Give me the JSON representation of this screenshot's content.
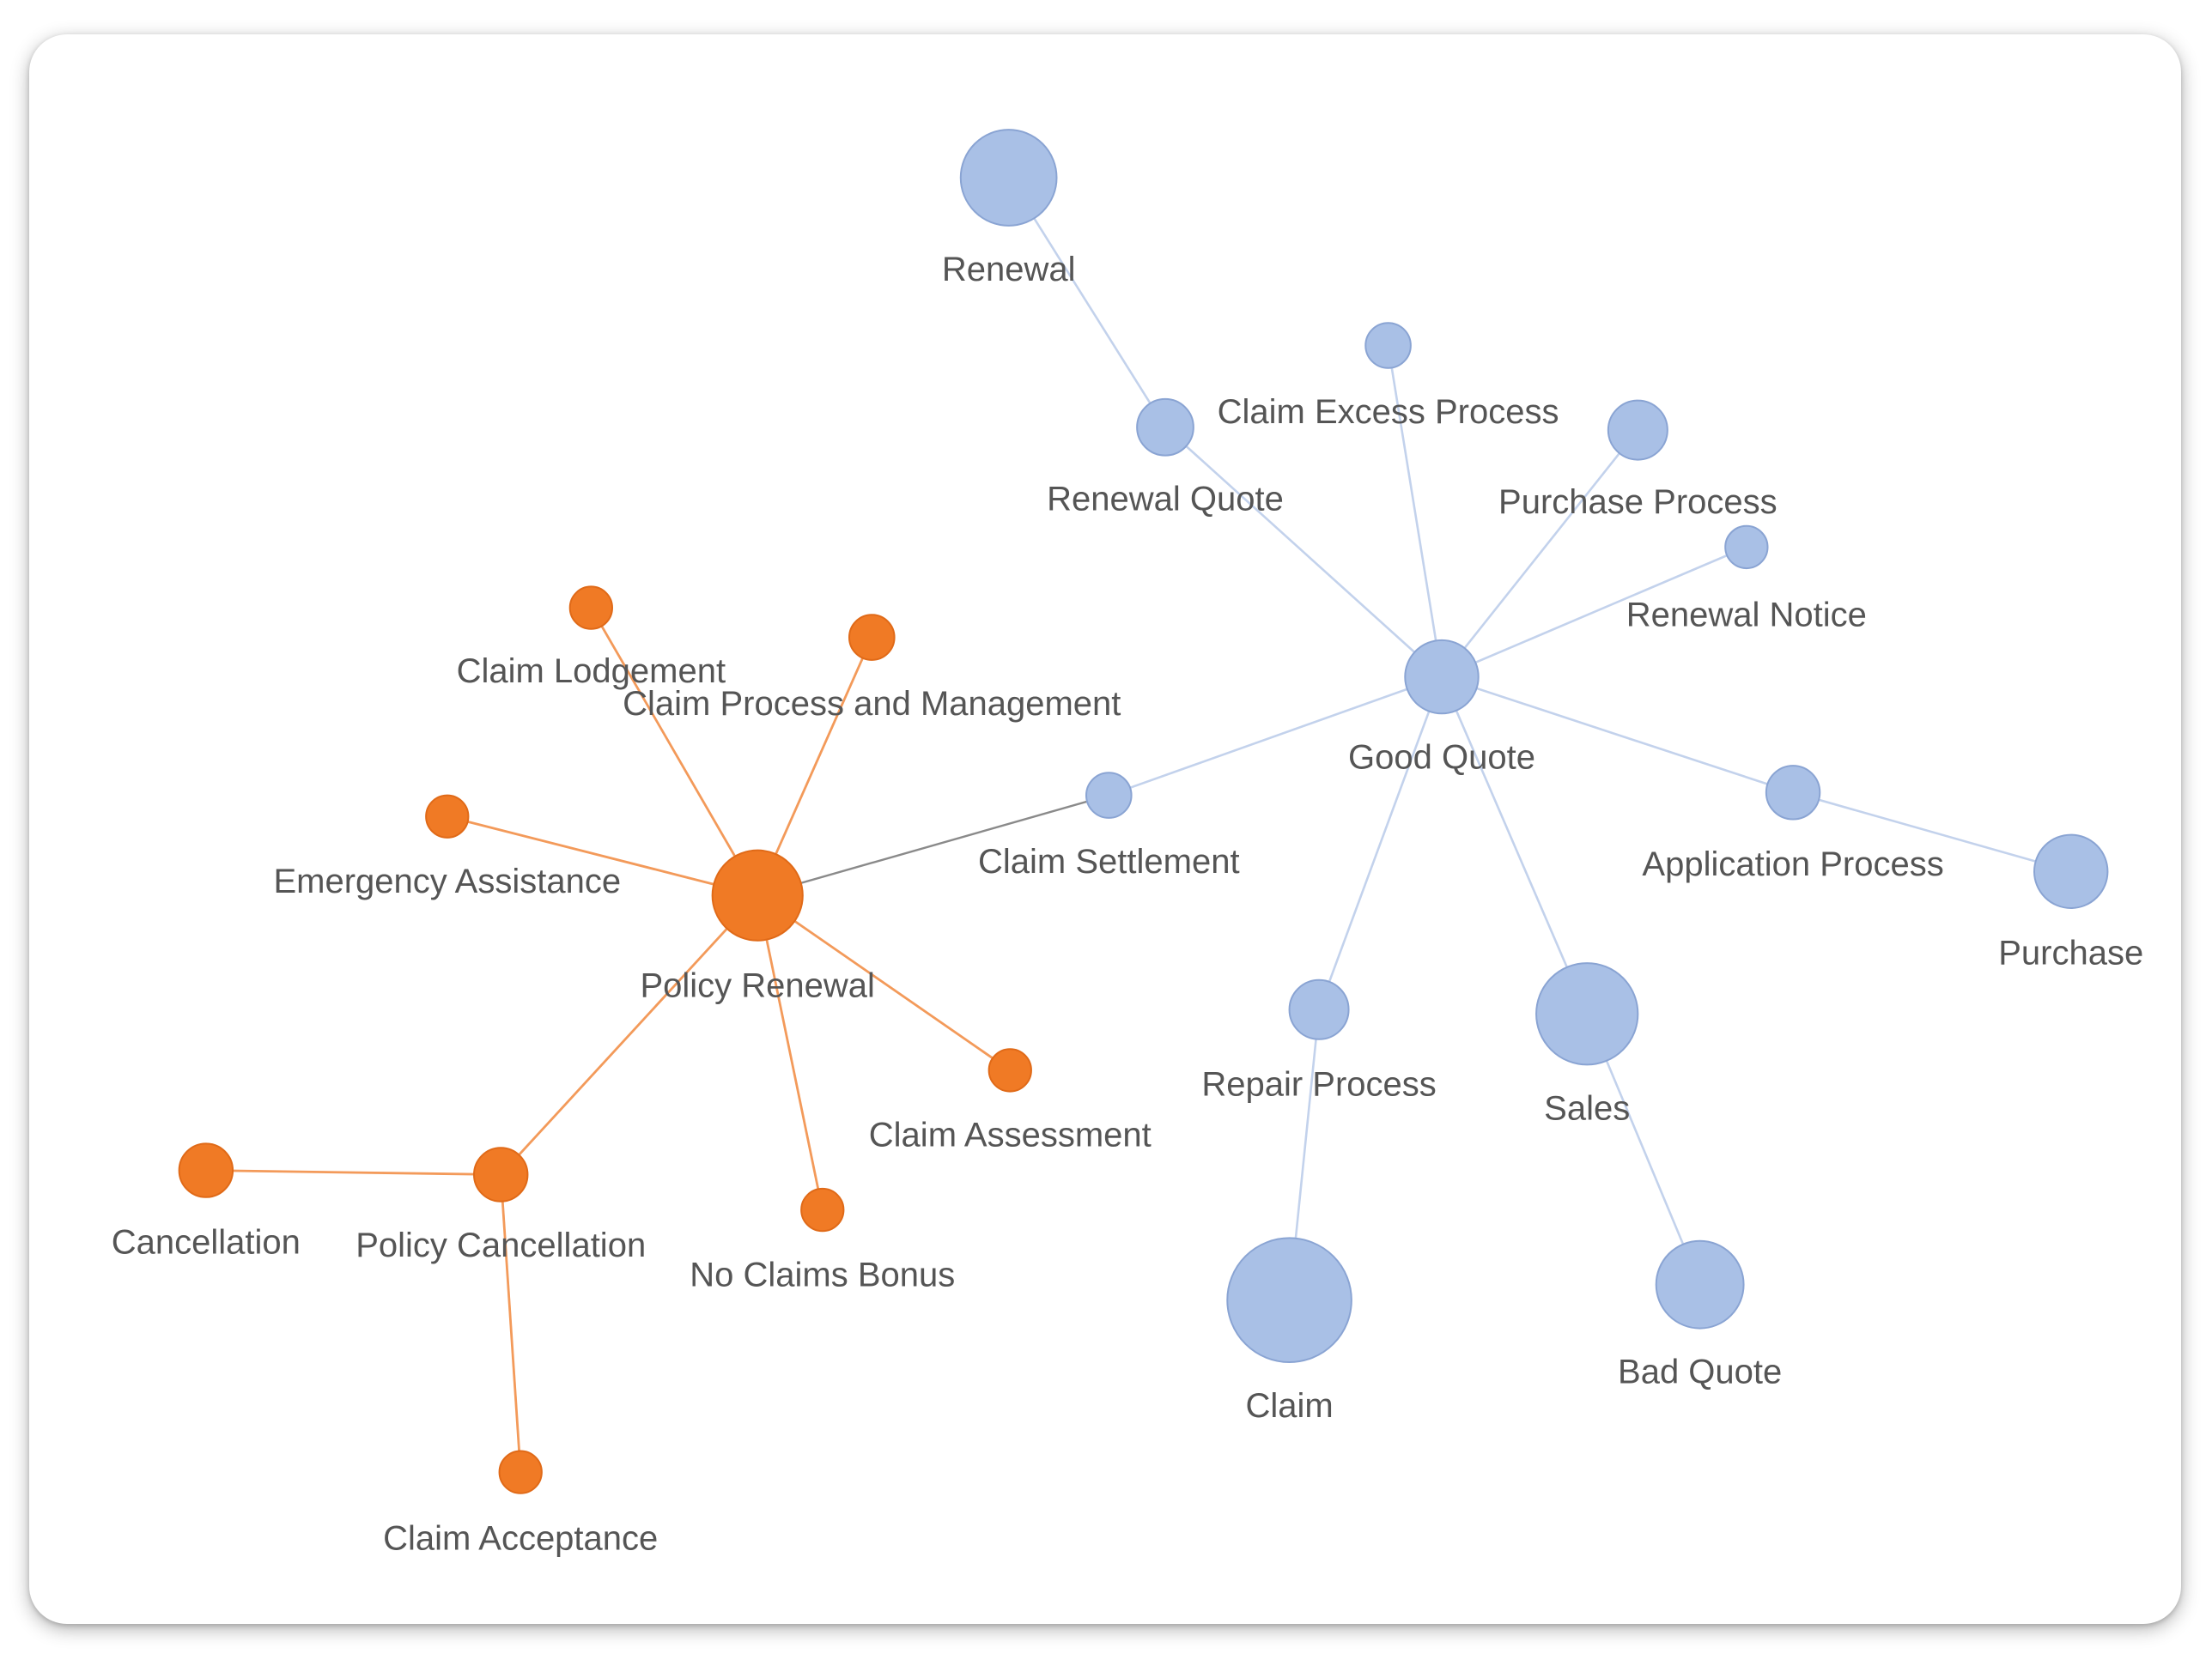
{
  "colors": {
    "orange_node": "#f07a25",
    "orange_stroke": "#e06a18",
    "orange_edge": "#f39a5a",
    "blue_node": "#a9c0e6",
    "blue_stroke": "#8aa4d3",
    "blue_edge": "#c3d2ec",
    "bridge_edge": "#8a8a8a",
    "label": "#555555"
  },
  "nodes": [
    {
      "id": "renewal",
      "label": "Renewal",
      "group": "blue"
    },
    {
      "id": "renewal_quote",
      "label": "Renewal Quote",
      "group": "blue"
    },
    {
      "id": "claim_excess",
      "label": "Claim Excess Process",
      "group": "blue"
    },
    {
      "id": "purchase_process",
      "label": "Purchase Process",
      "group": "blue"
    },
    {
      "id": "renewal_notice",
      "label": "Renewal Notice",
      "group": "blue"
    },
    {
      "id": "good_quote",
      "label": "Good Quote",
      "group": "blue"
    },
    {
      "id": "claim_settlement",
      "label": "Claim Settlement",
      "group": "blue"
    },
    {
      "id": "application_process",
      "label": "Application Process",
      "group": "blue"
    },
    {
      "id": "purchase",
      "label": "Purchase",
      "group": "blue"
    },
    {
      "id": "repair_process",
      "label": "Repair Process",
      "group": "blue"
    },
    {
      "id": "sales",
      "label": "Sales",
      "group": "blue"
    },
    {
      "id": "claim",
      "label": "Claim",
      "group": "blue"
    },
    {
      "id": "bad_quote",
      "label": "Bad Quote",
      "group": "blue"
    },
    {
      "id": "claim_lodgement",
      "label": "Claim Lodgement",
      "group": "orange"
    },
    {
      "id": "claim_process_mgmt",
      "label": "Claim Process and Management",
      "group": "orange"
    },
    {
      "id": "emergency_assistance",
      "label": "Emergency Assistance",
      "group": "orange"
    },
    {
      "id": "policy_renewal",
      "label": "Policy Renewal",
      "group": "orange"
    },
    {
      "id": "claim_assessment",
      "label": "Claim Assessment",
      "group": "orange"
    },
    {
      "id": "cancellation",
      "label": "Cancellation",
      "group": "orange"
    },
    {
      "id": "policy_cancellation",
      "label": "Policy Cancellation",
      "group": "orange"
    },
    {
      "id": "no_claims_bonus",
      "label": "No Claims Bonus",
      "group": "orange"
    },
    {
      "id": "claim_acceptance",
      "label": "Claim Acceptance",
      "group": "orange"
    }
  ],
  "edges": [
    {
      "from": "renewal",
      "to": "renewal_quote",
      "group": "blue"
    },
    {
      "from": "renewal_quote",
      "to": "good_quote",
      "group": "blue"
    },
    {
      "from": "claim_excess",
      "to": "good_quote",
      "group": "blue"
    },
    {
      "from": "purchase_process",
      "to": "good_quote",
      "group": "blue"
    },
    {
      "from": "renewal_notice",
      "to": "good_quote",
      "group": "blue"
    },
    {
      "from": "good_quote",
      "to": "claim_settlement",
      "group": "blue"
    },
    {
      "from": "good_quote",
      "to": "application_process",
      "group": "blue"
    },
    {
      "from": "application_process",
      "to": "purchase",
      "group": "blue"
    },
    {
      "from": "good_quote",
      "to": "repair_process",
      "group": "blue"
    },
    {
      "from": "repair_process",
      "to": "claim",
      "group": "blue"
    },
    {
      "from": "good_quote",
      "to": "sales",
      "group": "blue"
    },
    {
      "from": "sales",
      "to": "bad_quote",
      "group": "blue"
    },
    {
      "from": "claim_settlement",
      "to": "policy_renewal",
      "group": "bridge"
    },
    {
      "from": "policy_renewal",
      "to": "claim_lodgement",
      "group": "orange"
    },
    {
      "from": "policy_renewal",
      "to": "claim_process_mgmt",
      "group": "orange"
    },
    {
      "from": "policy_renewal",
      "to": "emergency_assistance",
      "group": "orange"
    },
    {
      "from": "policy_renewal",
      "to": "claim_assessment",
      "group": "orange"
    },
    {
      "from": "policy_renewal",
      "to": "no_claims_bonus",
      "group": "orange"
    },
    {
      "from": "policy_renewal",
      "to": "policy_cancellation",
      "group": "orange"
    },
    {
      "from": "policy_cancellation",
      "to": "cancellation",
      "group": "orange"
    },
    {
      "from": "policy_cancellation",
      "to": "claim_acceptance",
      "group": "orange"
    }
  ]
}
